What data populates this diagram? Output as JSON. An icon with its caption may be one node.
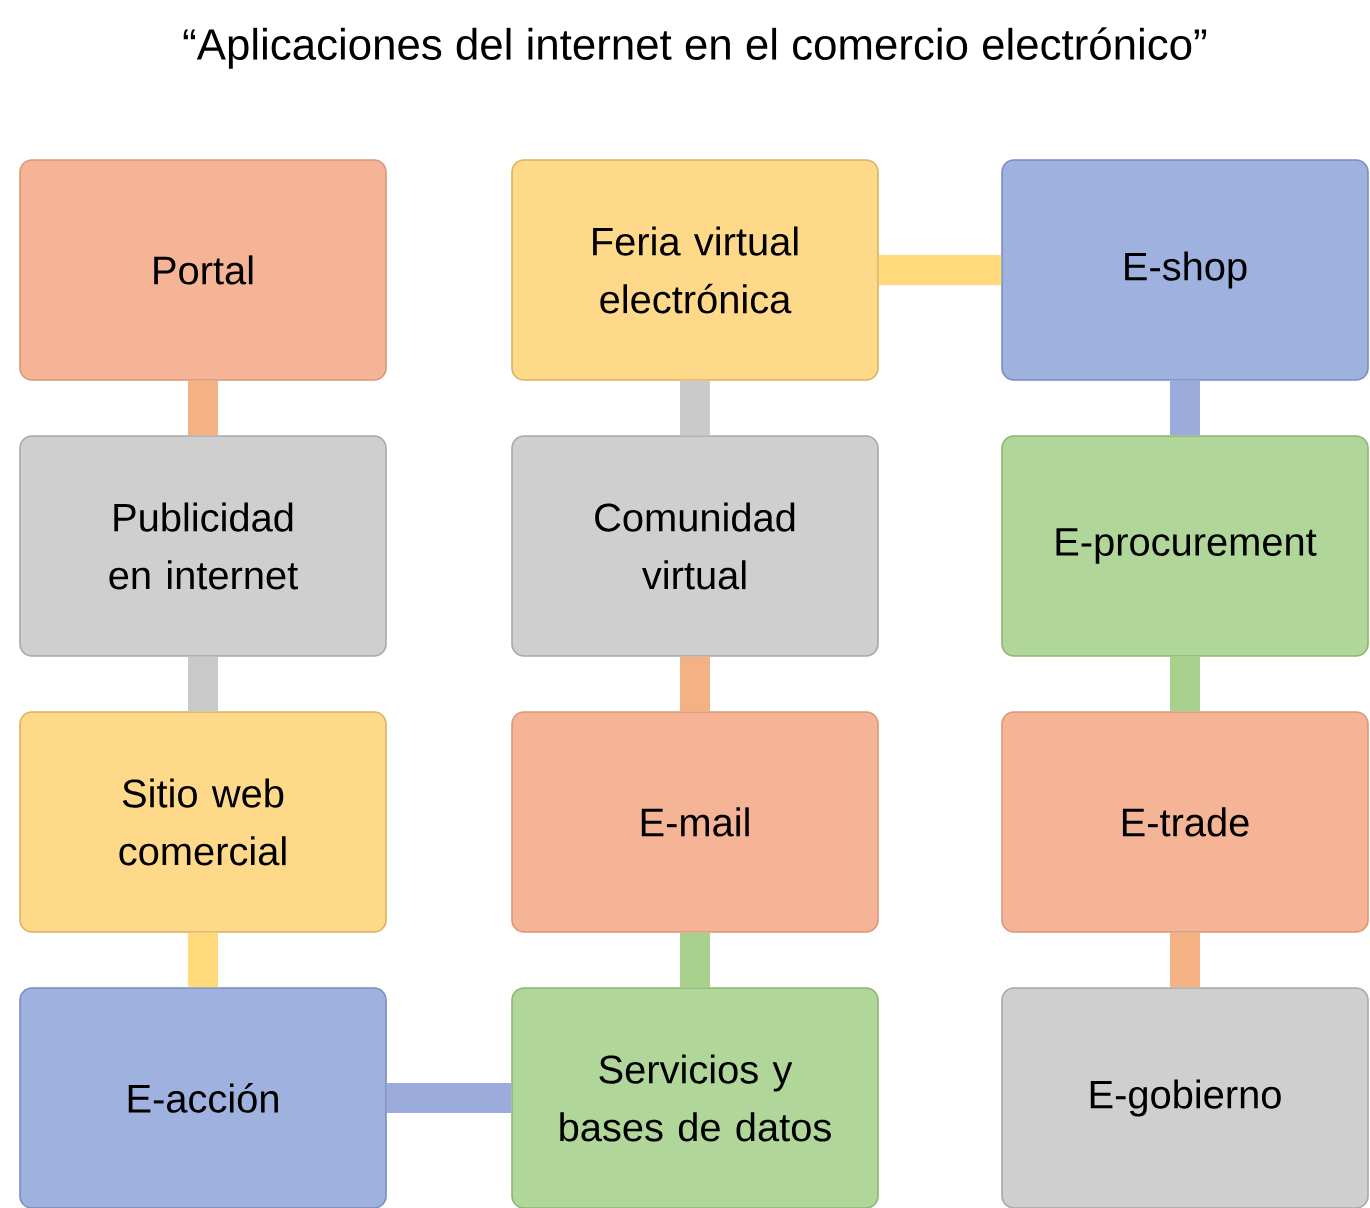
{
  "diagram": {
    "title": "“Aplicaciones del internet en el comercio electrónico”",
    "nodes": [
      {
        "text": [
          "Portal"
        ]
      },
      {
        "text": [
          "Feria virtual electrónica"
        ]
      },
      {
        "text": [
          "E-shop"
        ]
      },
      {
        "text": [
          "Publicidad en internet"
        ]
      },
      {
        "text": [
          "Comunidad virtual"
        ]
      },
      {
        "text": [
          "E-procurement"
        ]
      },
      {
        "text": [
          "Sitio web comercial"
        ]
      },
      {
        "text": [
          "E-mail"
        ]
      },
      {
        "text": [
          "E-trade"
        ]
      },
      {
        "text": [
          "E-acción"
        ]
      },
      {
        "text": [
          "Servicios y bases de datos"
        ]
      },
      {
        "text": [
          "E-gobierno"
        ]
      }
    ],
    "edges": [
      {
        "from": 0,
        "to": 3,
        "arrow": "none",
        "color": "#f4b183"
      },
      {
        "from": 3,
        "to": 6,
        "arrow": "none",
        "color": "#c9c9c9"
      },
      {
        "from": 6,
        "to": 9,
        "arrow": "none",
        "color": "#ffd97a"
      },
      {
        "from": 9,
        "to": 10,
        "arrow": "none",
        "color": "#9aabdc"
      },
      {
        "from": 10,
        "to": 7,
        "arrow": "none",
        "color": "#a9d18e"
      },
      {
        "from": 7,
        "to": 4,
        "arrow": "none",
        "color": "#f4b183"
      },
      {
        "from": 4,
        "to": 1,
        "arrow": "none",
        "color": "#c9c9c9"
      },
      {
        "from": 1,
        "to": 2,
        "arrow": "none",
        "color": "#ffd97a"
      },
      {
        "from": 2,
        "to": 5,
        "arrow": "none",
        "color": "#9aabdc"
      },
      {
        "from": 5,
        "to": 8,
        "arrow": "none",
        "color": "#a9d18e"
      },
      {
        "from": 8,
        "to": 11,
        "arrow": "none",
        "color": "#f4b183"
      }
    ]
  }
}
